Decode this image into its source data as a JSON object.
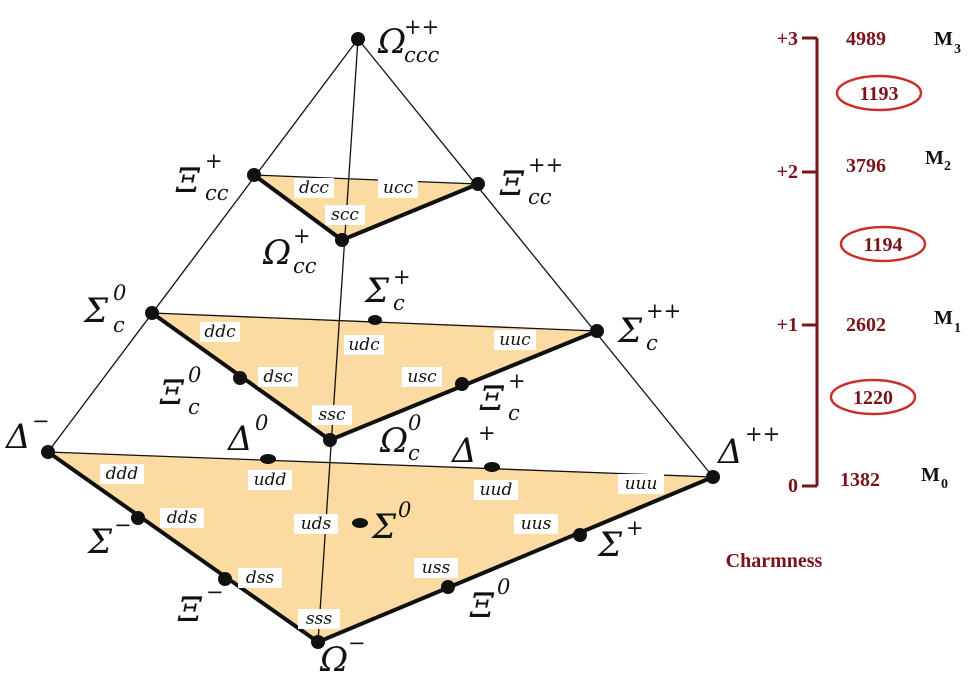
{
  "baryons": {
    "omega_ccc": {
      "base": "Ω",
      "sub": "ccc",
      "sup": "++"
    },
    "xi_cc_plus": {
      "base": "Ξ",
      "sub": "cc",
      "sup": "+"
    },
    "xi_cc_plusplus": {
      "base": "Ξ",
      "sub": "cc",
      "sup": "++"
    },
    "omega_cc_plus": {
      "base": "Ω",
      "sub": "cc",
      "sup": "+"
    },
    "sigma_c_zero": {
      "base": "Σ",
      "sub": "c",
      "sup": "0"
    },
    "sigma_c_plus": {
      "base": "Σ",
      "sub": "c",
      "sup": "+"
    },
    "sigma_c_plusplus": {
      "base": "Σ",
      "sub": "c",
      "sup": "++"
    },
    "xi_c_zero": {
      "base": "Ξ",
      "sub": "c",
      "sup": "0"
    },
    "xi_c_plus": {
      "base": "Ξ",
      "sub": "c",
      "sup": "+"
    },
    "omega_c_zero": {
      "base": "Ω",
      "sub": "c",
      "sup": "0"
    },
    "delta_minus": {
      "base": "Δ",
      "sub": "",
      "sup": "−"
    },
    "delta_zero": {
      "base": "Δ",
      "sub": "",
      "sup": "0"
    },
    "delta_plus": {
      "base": "Δ",
      "sub": "",
      "sup": "+"
    },
    "delta_plusplus": {
      "base": "Δ",
      "sub": "",
      "sup": "++"
    },
    "sigma_zero": {
      "base": "Σ",
      "sub": "",
      "sup": "0"
    },
    "sigma_minus": {
      "base": "Σ",
      "sub": "",
      "sup": "−"
    },
    "sigma_plus": {
      "base": "Σ",
      "sub": "",
      "sup": "+"
    },
    "xi_minus": {
      "base": "Ξ",
      "sub": "",
      "sup": "−"
    },
    "xi_zero": {
      "base": "Ξ",
      "sub": "",
      "sup": "0"
    },
    "omega_minus": {
      "base": "Ω",
      "sub": "",
      "sup": "−"
    }
  },
  "quark_labels": {
    "dcc": "dcc",
    "ucc": "ucc",
    "scc": "scc",
    "ddc": "ddc",
    "udc": "udc",
    "uuc": "uuc",
    "dsc": "dsc",
    "usc": "usc",
    "ssc": "ssc",
    "ddd": "ddd",
    "udd": "udd",
    "uud": "uud",
    "uuu": "uuu",
    "dds": "dds",
    "uds": "uds",
    "uus": "uus",
    "dss": "dss",
    "uss": "uss",
    "sss": "sss"
  },
  "scale": {
    "title": "Charmness",
    "levels": [
      {
        "charm": "+3",
        "mass": "4989",
        "m": "M",
        "m_sub": "3"
      },
      {
        "charm": "+2",
        "mass": "3796",
        "m": "M",
        "m_sub": "2"
      },
      {
        "charm": "+1",
        "mass": "2602",
        "m": "M",
        "m_sub": "1"
      },
      {
        "charm": "0",
        "mass": "1382",
        "m": "M",
        "m_sub": "0"
      }
    ],
    "gaps": [
      "1193",
      "1194",
      "1220"
    ]
  },
  "colors": {
    "fill": "#fbdba1",
    "line": "#111111",
    "scale": "#7a1418",
    "ellipse": "#c9302c"
  }
}
